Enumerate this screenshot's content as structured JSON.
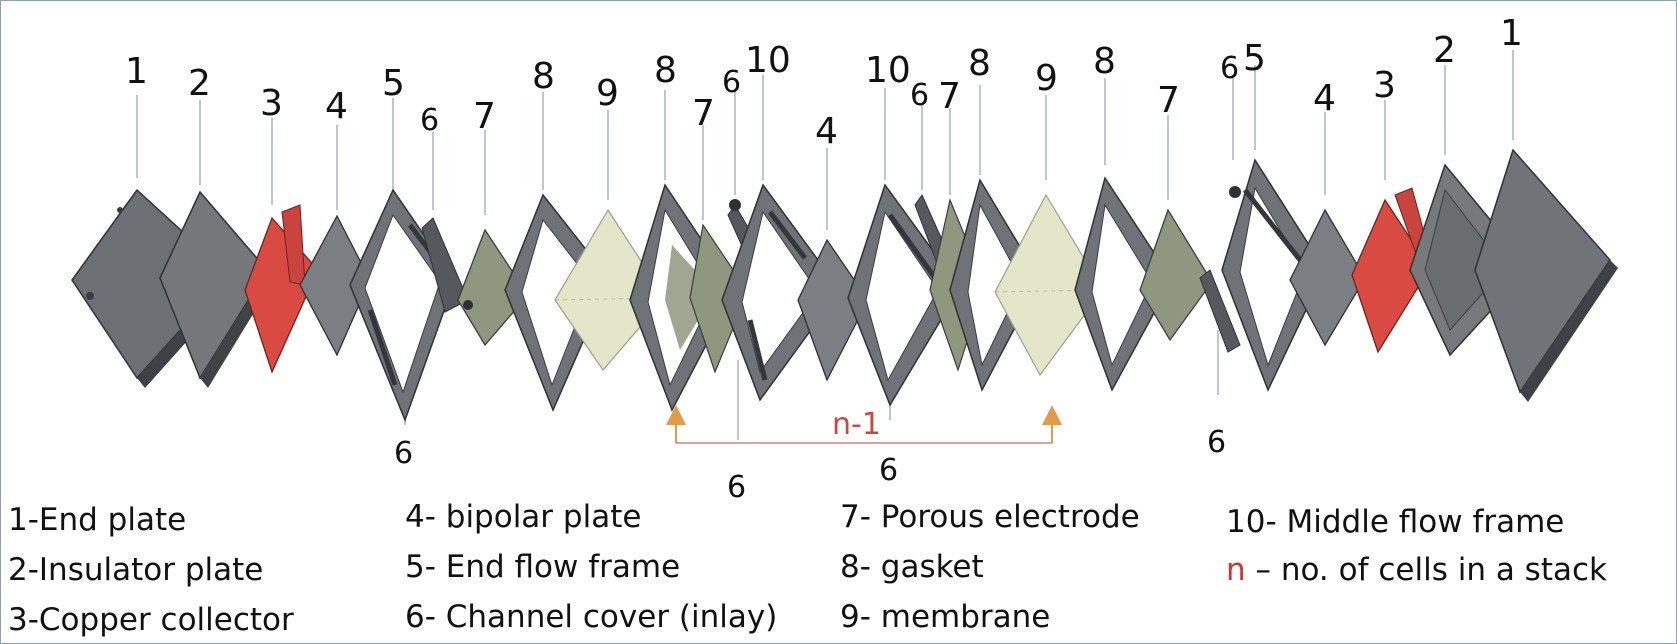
{
  "top_labels": [
    "1",
    "2",
    "3",
    "4",
    "5",
    "6",
    "7",
    "8",
    "9",
    "8",
    "7",
    "6",
    "10",
    "10",
    "4",
    "6",
    "7",
    "8",
    "9",
    "8",
    "7",
    "6",
    "5",
    "4",
    "3",
    "2",
    "1"
  ],
  "bottom_labels": [
    "6",
    "6",
    "6",
    "6"
  ],
  "bracket": {
    "label": "n-1"
  },
  "legend": {
    "items": [
      "1-End plate",
      "2-Insulator plate",
      "3-Copper collector",
      "4- bipolar plate",
      "5- End flow frame",
      "6- Channel cover (inlay)",
      "7- Porous electrode",
      "8- gasket",
      "9- membrane",
      "10- Middle flow frame"
    ],
    "n_symbol": "n",
    "n_text": " – no. of cells in a stack"
  },
  "colors": {
    "end_plate": "#707478",
    "insulator": "#77797c",
    "copper": "#d84a42",
    "bipolar": "#7b7e82",
    "frame": "#6f7378",
    "electrode": "#8f977e",
    "membrane": "#e3e6c8",
    "arrow": "#e39a4a",
    "bracket": "#c98878"
  }
}
